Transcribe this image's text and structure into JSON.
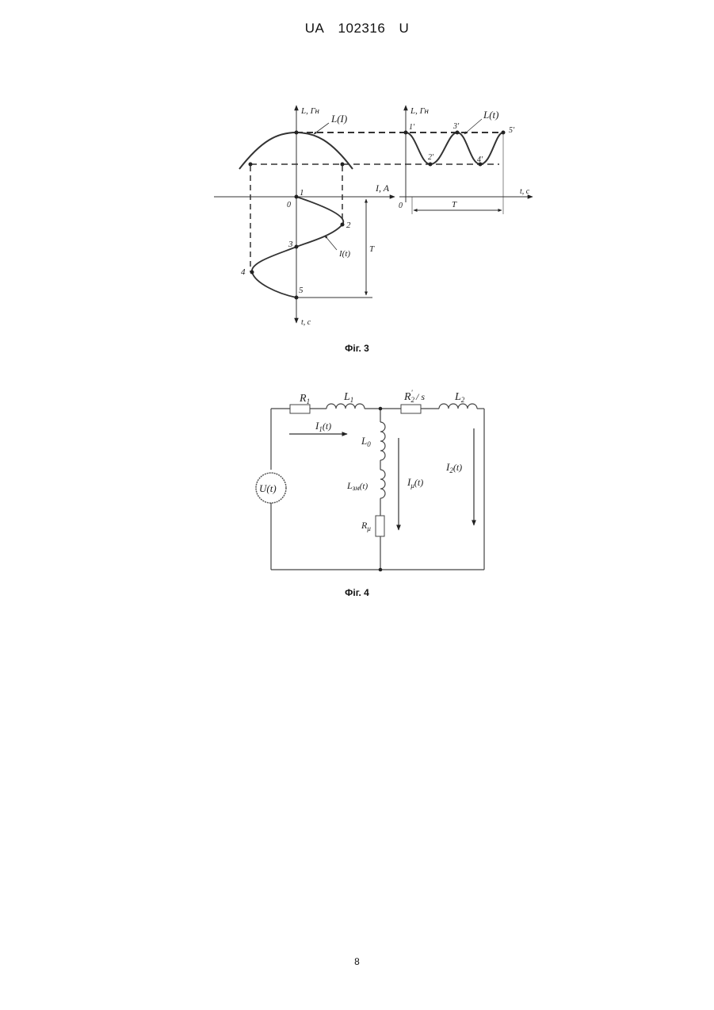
{
  "header": {
    "country": "UA",
    "number": "102316",
    "kind": "U"
  },
  "fig3": {
    "caption": "Фіг. 3",
    "axis_left_y": "L, Гн",
    "axis_right_y": "L, Гн",
    "axis_current": "I, A",
    "axis_time_right": "t, c",
    "axis_time_down": "t, c",
    "curve_L_of_I": "L(I)",
    "curve_L_of_t": "L(t)",
    "curve_I_of_t": "I(t)",
    "period_right": "T",
    "period_left": "T",
    "origin_left": "0",
    "origin_right": "0",
    "points_left": [
      "1",
      "2",
      "3",
      "4",
      "5"
    ],
    "points_right": [
      "1'",
      "2'",
      "3'",
      "4'",
      "5'"
    ]
  },
  "fig4": {
    "caption": "Фіг. 4",
    "R1": "R",
    "R1_sub": "1",
    "L1": "L",
    "L1_sub": "1",
    "R2s": "R",
    "R2s_sub": "2",
    "R2s_sup": "'",
    "R2s_tail": "/ s",
    "L2": "L",
    "L2_sub": "2",
    "L0": "L",
    "L0_sub": "0",
    "Lzm": "L",
    "Lzm_sub": "зм",
    "Lzm_tail": "(t)",
    "Rmu": "R",
    "Rmu_sub": "μ",
    "source": "U(t)",
    "I1": "I",
    "I1_sub": "1",
    "I1_tail": "(t)",
    "Imu": "I",
    "Imu_sub": "μ",
    "Imu_tail": "(t)",
    "I2": "I",
    "I2_sub": "2",
    "I2_tail": "(t)"
  },
  "page_number": "8"
}
